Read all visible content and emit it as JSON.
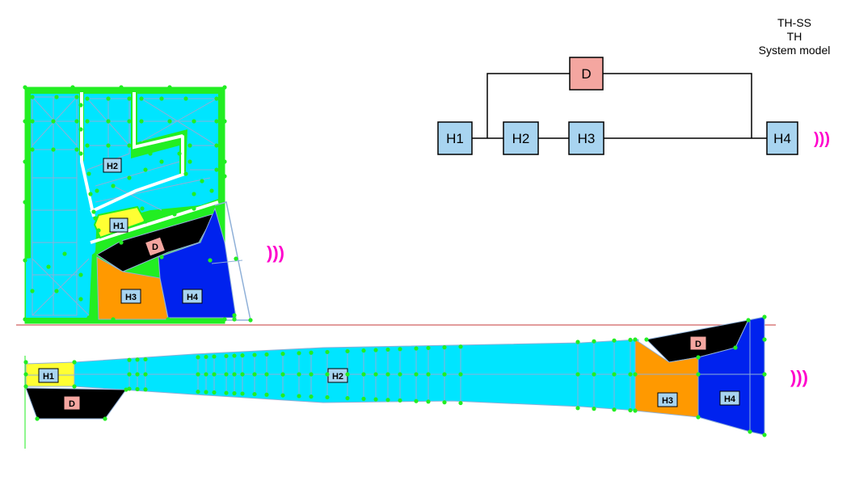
{
  "title_lines": [
    "TH-SS",
    "TH",
    "System model"
  ],
  "wave_symbol": ")))",
  "colors": {
    "H1": "#ffff33",
    "H2": "#00e5ff",
    "H3": "#ff9900",
    "H4": "#0022ee",
    "D": "#000000",
    "D_label": "#f4a6a0",
    "H_label": "#a8d4f0",
    "mesh_node": "#22ee22",
    "wave": "#ff00cc",
    "section_line": "#d06060"
  },
  "system_model": {
    "blocks": [
      {
        "id": "H1",
        "label": "H1"
      },
      {
        "id": "H2",
        "label": "H2"
      },
      {
        "id": "H3",
        "label": "H3"
      },
      {
        "id": "H4",
        "label": "H4"
      },
      {
        "id": "D",
        "label": "D"
      }
    ]
  },
  "cross_section_labels": {
    "H1": "H1",
    "H2": "H2",
    "H3": "H3",
    "H4": "H4",
    "D": "D"
  },
  "longitudinal_labels": {
    "H1": "H1",
    "H2": "H2",
    "H3": "H3",
    "H4": "H4",
    "D": "D"
  }
}
